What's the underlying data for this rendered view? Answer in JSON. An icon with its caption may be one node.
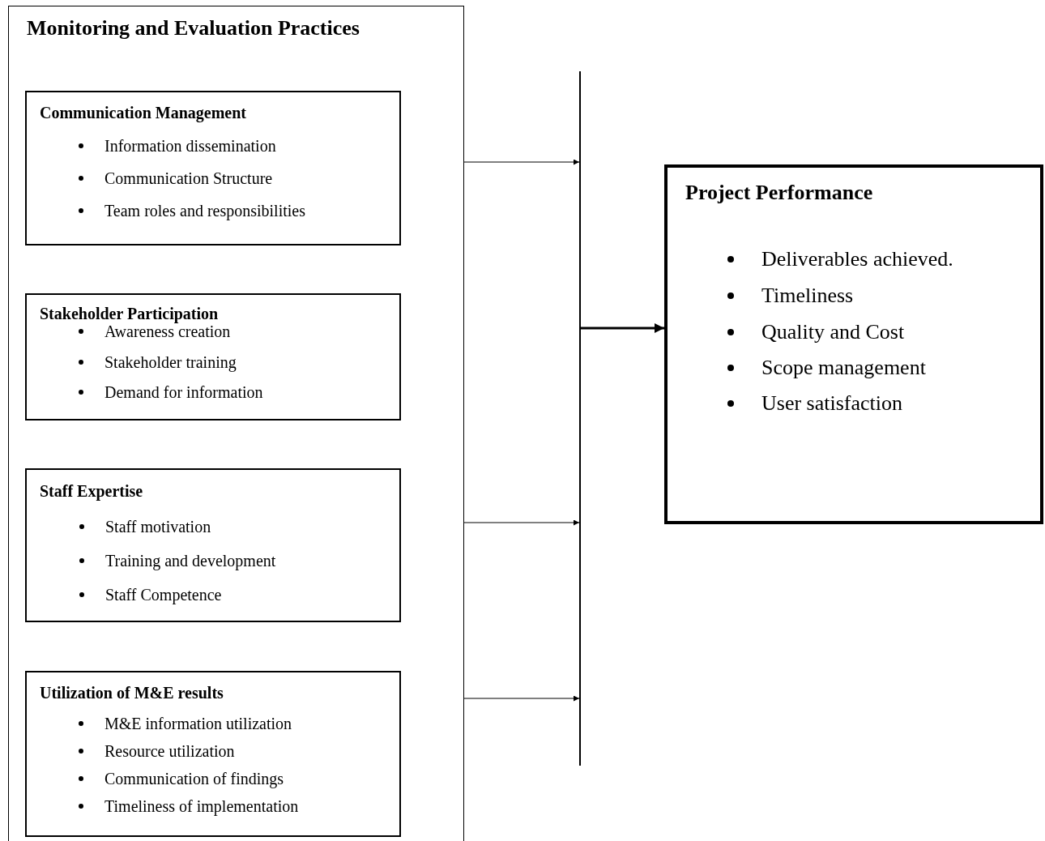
{
  "diagram": {
    "nodes": [
      {
        "text": [
          "Monitoring and Evaluation Practices"
        ]
      },
      {
        "text": [
          "Communication Management",
          "Information dissemination",
          "Communication Structure",
          "Team roles and responsibilities"
        ],
        "in": 0
      },
      {
        "text": [
          "Stakeholder Participation",
          "Awareness creation",
          "Stakeholder training",
          "Demand for information"
        ],
        "in": 0
      },
      {
        "text": [
          "Staff Expertise",
          "Staff motivation",
          "Training and development",
          "Staff Competence"
        ],
        "in": 0
      },
      {
        "text": [
          "Utilization of M&E results",
          "M&E information utilization",
          "Resource utilization",
          "Communication of findings",
          "Timeliness of implementation"
        ],
        "in": 0
      },
      {
        "text": [],
        "shape": "bar"
      },
      {
        "text": [
          "Project Performance",
          "Deliverables achieved.",
          "Timeliness",
          "Quality and Cost",
          "Scope management",
          "User satisfaction"
        ]
      }
    ],
    "edges": [
      {
        "from": 0,
        "to": 5,
        "arrow": "to"
      },
      {
        "from": 0,
        "to": 5,
        "arrow": "to"
      },
      {
        "from": 0,
        "to": 5,
        "arrow": "to"
      },
      {
        "from": 5,
        "to": 6,
        "arrow": "to",
        "style": "thick"
      }
    ]
  }
}
